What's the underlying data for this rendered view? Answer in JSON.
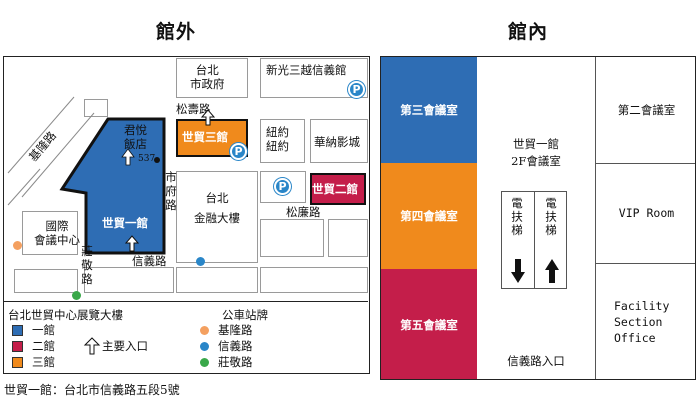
{
  "headings": {
    "outside": "館外",
    "inside": "館內"
  },
  "colors": {
    "hall1": "#2e6db4",
    "hall2": "#c41e4a",
    "hall3": "#f08a1c",
    "parking": "#2a86c8",
    "bus_keelung": "#f4a060",
    "bus_xinyi": "#2a86c8",
    "bus_zhuangjing": "#3aa84a"
  },
  "outside_map": {
    "roads": {
      "songshou": "松壽路",
      "songlian": "松廉路",
      "xinyi": "信義路",
      "keelung": "基隆路",
      "zhuangjing": "莊敬路"
    },
    "buildings": {
      "city_hall": "台北\n市政府",
      "shin_kong": "新光三越信義館",
      "grand_hyatt": "君悅\n飯店",
      "hall3": "世貿三館",
      "new_york": "紐約\n紐約",
      "warner": "華納影城",
      "city_hall_station": "市府路",
      "financial": "台北\n金融大樓",
      "hall2": "世貿二館",
      "icc": "國際\n會議中心",
      "hall1": "世貿一館",
      "building_number": "537"
    },
    "parking_label": "P"
  },
  "legend": {
    "title": "台北世貿中心展覽大樓",
    "bus_title": "公車站牌",
    "items": [
      "一館",
      "二館",
      "三館"
    ],
    "main_entrance": "主要入口",
    "bus_stops": [
      "基隆路",
      "信義路",
      "莊敬路"
    ]
  },
  "address": "世貿一館：台北市信義路五段5號",
  "inside_map": {
    "rooms_left": [
      "第三會議室",
      "第四會議室",
      "第五會議室"
    ],
    "center_title": "世貿一館\n2F會議室",
    "escalator_left": "電扶梯",
    "escalator_right": "電扶梯",
    "entrance": "信義路入口",
    "rooms_right": [
      "第二會議室",
      "VIP Room",
      "Facility\nSection\nOffice"
    ]
  }
}
